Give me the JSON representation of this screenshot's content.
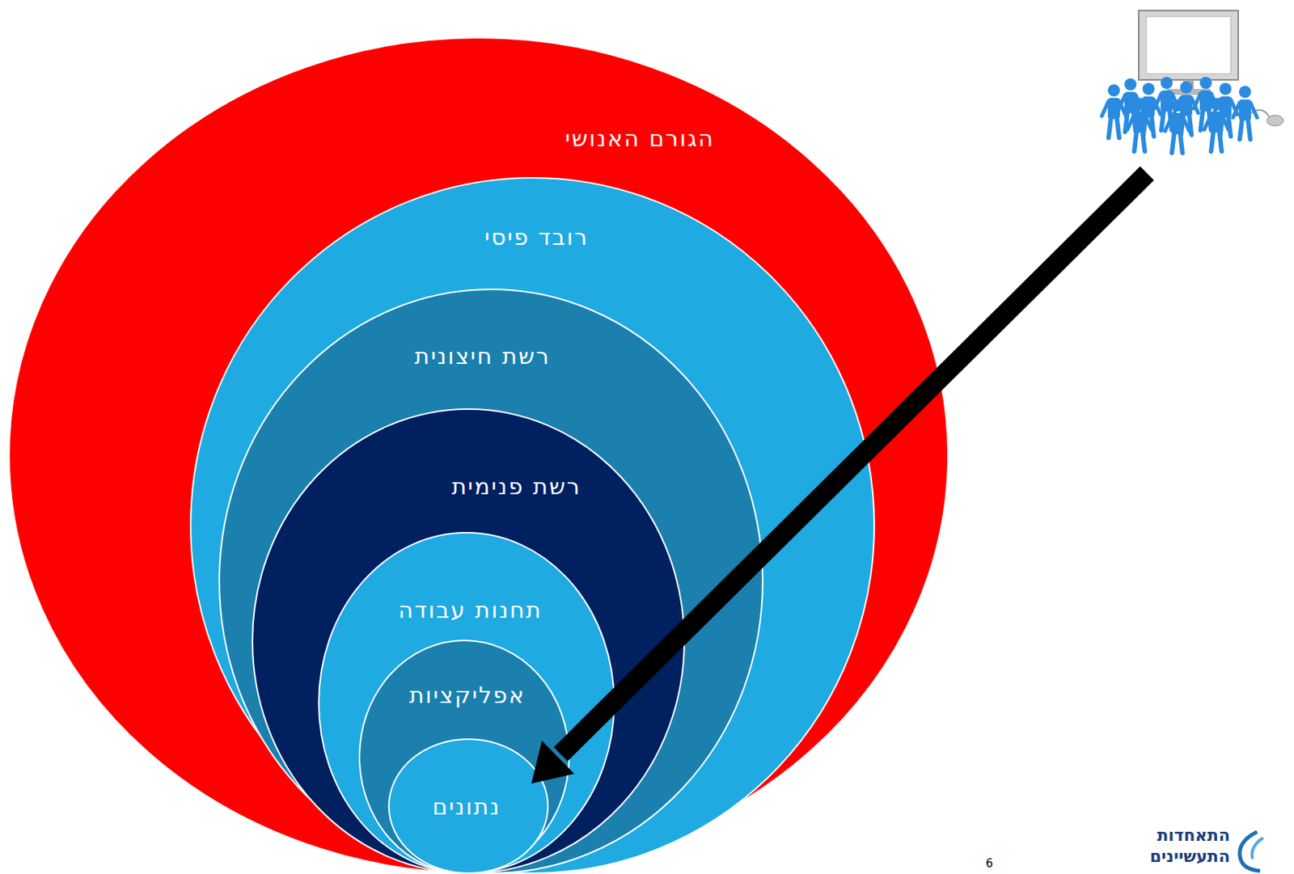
{
  "diagram": {
    "nodes": [
      {
        "text": [
          "הגורם האנושי"
        ]
      },
      {
        "text": [
          "רובד פיסי"
        ],
        "in": 0
      },
      {
        "text": [
          "רשת חיצונית"
        ],
        "in": 1
      },
      {
        "text": [
          "רשת פנימית"
        ],
        "in": 2
      },
      {
        "text": [
          "תחנות עבודה"
        ],
        "in": 3
      },
      {
        "text": [
          "אפליקציות"
        ],
        "in": 4
      },
      {
        "text": [
          "נתונים"
        ],
        "in": 5
      }
    ],
    "labels": [
      "התאחדות",
      "התעשיינים",
      "6"
    ]
  }
}
